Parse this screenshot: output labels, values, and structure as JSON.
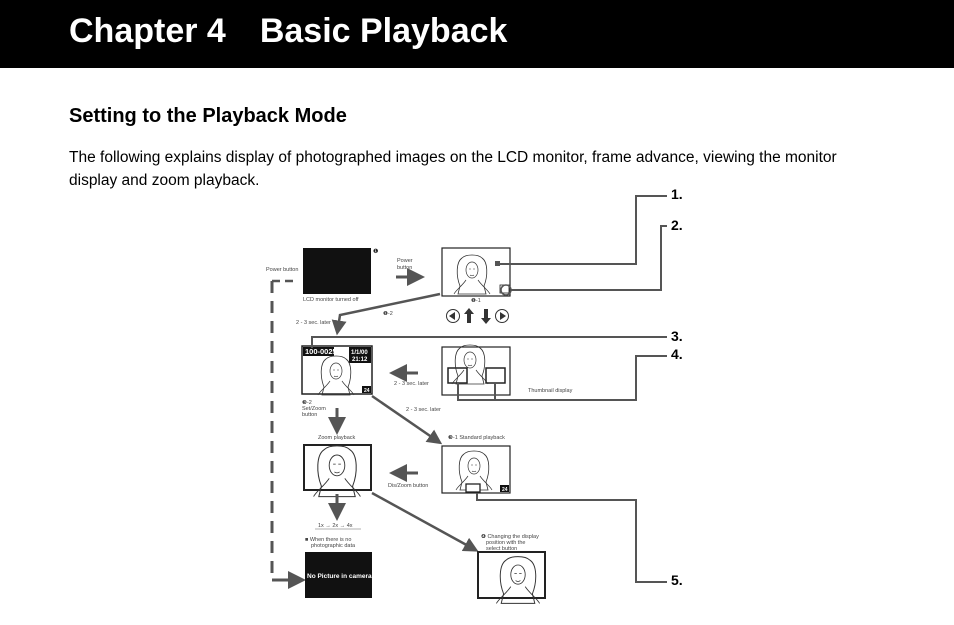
{
  "header": {
    "title": "Chapter 4 Basic Playback"
  },
  "section": {
    "title": "Setting to the Playback Mode",
    "intro": "The following explains display of photographed images on the LCD monitor, frame advance, viewing the monitor display and zoom playback."
  },
  "callouts": [
    "1.",
    "2.",
    "3.",
    "4.",
    "5."
  ],
  "diagram": {
    "power_button_left": "Power button",
    "power_button_right_1": "Power",
    "power_button_right_2": "button",
    "lcd_off": "LCD monitor turned off",
    "marker_1": "❶-1",
    "marker_2": "❶-2",
    "marker_small": "❶",
    "delay_1": "2 - 3 sec. later",
    "delay_2": "2 - 3 sec. later",
    "delay_3": "2 - 3 sec. later",
    "file_number": "100-0025",
    "date_top": "1/1/00",
    "time_top": "21:12",
    "frame_count": "24",
    "thumbnail_display": "Thumbnail display",
    "set_zoom_marker": "❸-2",
    "set_zoom_1": "Set/Zoom",
    "set_zoom_2": "button",
    "zoom_playback": "Zoom playback",
    "standard_playback": "❸-1 Standard playback",
    "disp_zoom_button": "Dis/Zoom button",
    "zoom_scale": "1x → 2x → 4x",
    "no_data_1": "■ When there is no",
    "no_data_2": "photographic data",
    "no_picture": "No Picture in camera",
    "change_1": "❹ Changing the display",
    "change_2": "position with the",
    "change_3": "select button"
  }
}
